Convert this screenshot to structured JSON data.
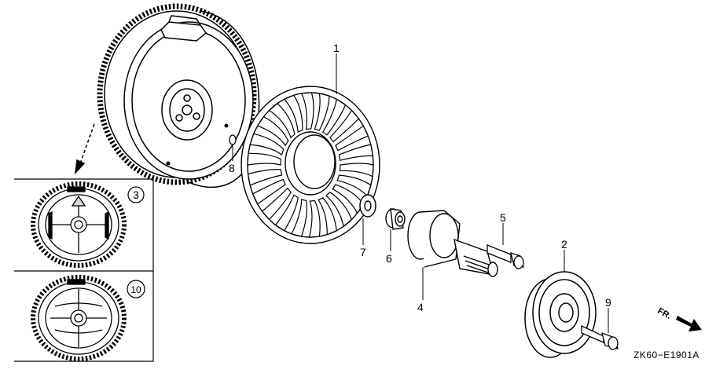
{
  "diagram": {
    "part_numbers": [
      "1",
      "2",
      "4",
      "5",
      "6",
      "7",
      "8",
      "9"
    ],
    "inset_labels": [
      "3",
      "10"
    ],
    "direction_label": "FR.",
    "figure_code": "ZK60−E1901A"
  },
  "colors": {
    "line": "#000000",
    "background": "#ffffff",
    "shade": "#d8d8d8"
  }
}
